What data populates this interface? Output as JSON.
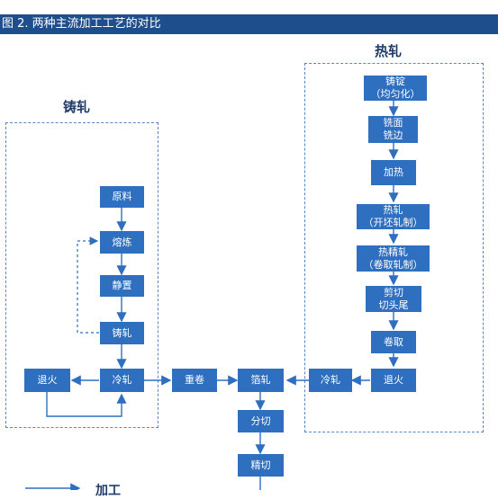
{
  "header": {
    "title": "图 2. 两种主流加工工艺的对比"
  },
  "groups": {
    "casting": "铸轧",
    "hot": "热轧"
  },
  "nodes": {
    "ingot": "铸锭\n（均匀化）",
    "mill_face": "铣面\n铣边",
    "heat": "加热",
    "hot_roll": "热轧\n（开坯轧制）",
    "finish_roll": "热精轧\n（卷取轧制）",
    "shear": "剪切\n切头尾",
    "coil": "卷取",
    "anneal_right": "退火",
    "cold_roll_right": "冷轧",
    "raw": "原料",
    "melt": "熔炼",
    "rest": "静置",
    "cast_roll": "铸轧",
    "cold_roll_left": "冷轧",
    "anneal_left": "退火",
    "rewind": "重卷",
    "foil_roll": "箔轧",
    "slit": "分切",
    "fine_cut": "精切"
  },
  "legend": {
    "process_label": "加工"
  },
  "colors": {
    "node_fill": "#2e6fbf",
    "line": "#2e6fbf",
    "header_bg": "#1f4e8c"
  }
}
